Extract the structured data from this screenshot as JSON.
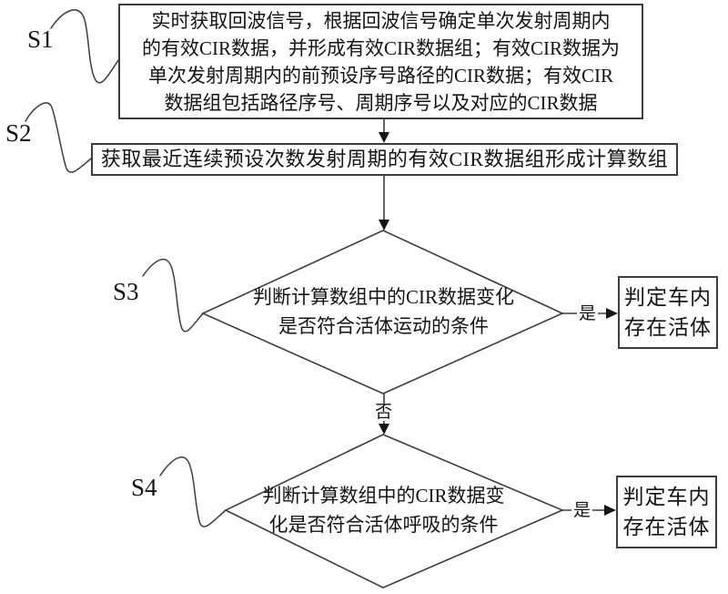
{
  "flowchart": {
    "background_color": "#ffffff",
    "line_color": "#3d3d3d",
    "text_color": "#141414",
    "steps": {
      "s1": {
        "label": "S1",
        "type": "process",
        "lines": [
          "实时获取回波信号，根据回波信号确定单次发射周期内",
          "的有效CIR数据，并形成有效CIR数据组；有效CIR数据为",
          "单次发射周期内的前预设序号路径的CIR数据；有效CIR",
          "数据组包括路径序号、周期序号以及对应的CIR数据"
        ]
      },
      "s2": {
        "label": "S2",
        "type": "process",
        "text": "获取最近连续预设次数发射周期的有效CIR数据组形成计算数组"
      },
      "s3": {
        "label": "S3",
        "type": "decision",
        "lines": [
          "判断计算数组中的CIR数据变化",
          "是否符合活体运动的条件"
        ],
        "yes_label": "是",
        "no_label": "否",
        "result_lines": [
          "判定车内",
          "存在活体"
        ]
      },
      "s4": {
        "label": "S4",
        "type": "decision",
        "lines": [
          "判断计算数组中的CIR数据变",
          "化是否符合活体呼吸的条件"
        ],
        "yes_label": "是",
        "result_lines": [
          "判定车内",
          "存在活体"
        ]
      }
    }
  }
}
